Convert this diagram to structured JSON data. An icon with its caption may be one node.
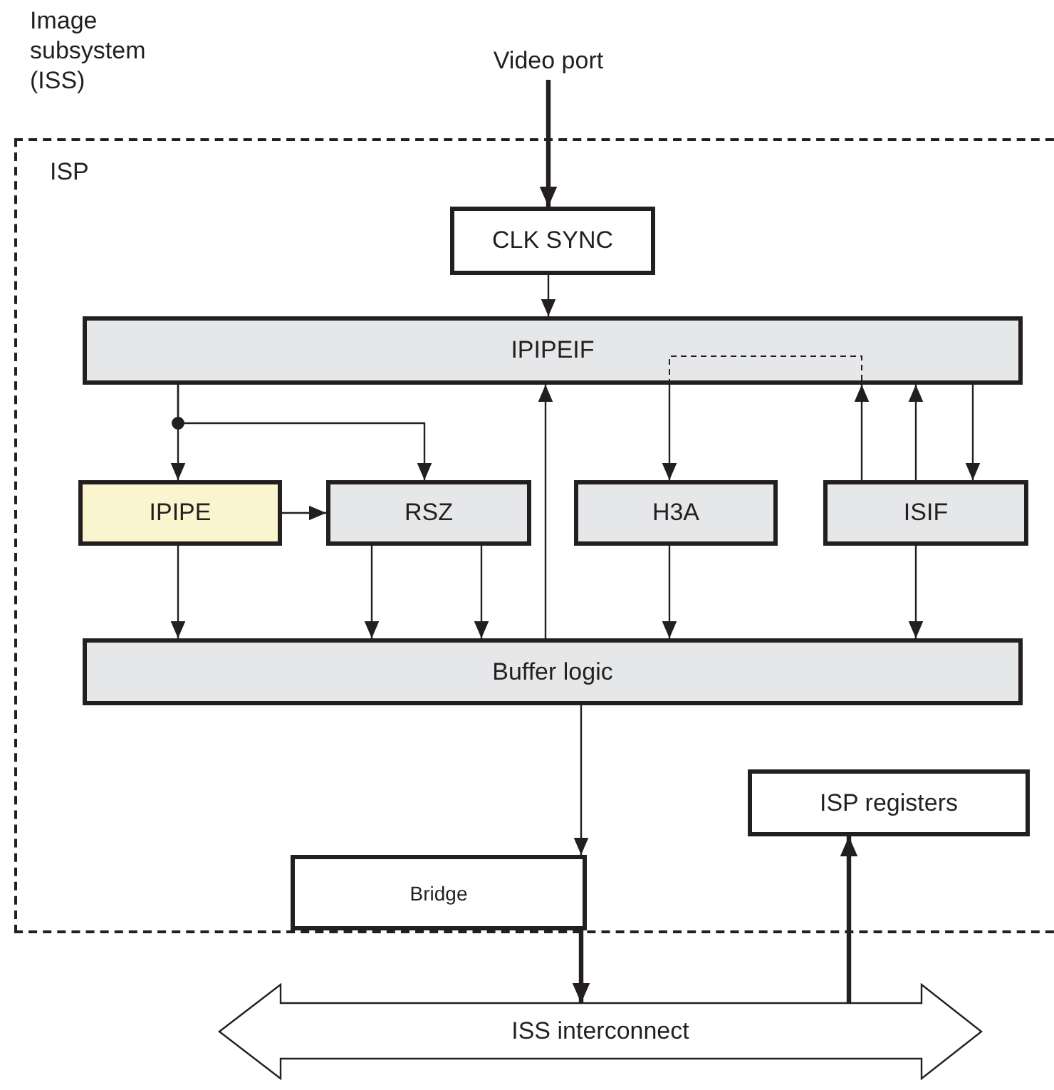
{
  "diagram": {
    "nodes": [
      {
        "text": [
          "ISP"
        ]
      },
      {
        "text": [
          "Video port"
        ]
      },
      {
        "text": [
          "CLK SYNC"
        ],
        "in": 0
      },
      {
        "text": [
          "IPIPEIF"
        ],
        "in": 0
      },
      {
        "text": [
          "IPIPE"
        ],
        "in": 0
      },
      {
        "text": [
          "RSZ"
        ],
        "in": 0
      },
      {
        "text": [
          "H3A"
        ],
        "in": 0
      },
      {
        "text": [
          "ISIF"
        ],
        "in": 0
      },
      {
        "text": [
          "Buffer logic"
        ],
        "in": 0
      },
      {
        "text": [
          "Bridge"
        ],
        "in": 0
      },
      {
        "text": [
          "ISP registers"
        ],
        "in": 0
      },
      {
        "text": [
          "ISS interconnect"
        ]
      }
    ],
    "edges": [
      {
        "from": 1,
        "to": 2,
        "arrow": "to",
        "style": "thick"
      },
      {
        "from": 2,
        "to": 3,
        "arrow": "to"
      },
      {
        "from": 3,
        "to": 4,
        "arrow": "to"
      },
      {
        "from": 3,
        "to": 5,
        "arrow": "to"
      },
      {
        "from": 4,
        "to": 5,
        "arrow": "to"
      },
      {
        "from": 3,
        "to": 6,
        "arrow": "to"
      },
      {
        "from": 7,
        "to": 3,
        "arrow": "to"
      },
      {
        "from": 7,
        "to": 3,
        "arrow": "to"
      },
      {
        "from": 3,
        "to": 7,
        "arrow": "to"
      },
      {
        "from": 4,
        "to": 8,
        "arrow": "to"
      },
      {
        "from": 5,
        "to": 8,
        "arrow": "to"
      },
      {
        "from": 5,
        "to": 8,
        "arrow": "to"
      },
      {
        "from": 8,
        "to": 3,
        "arrow": "to"
      },
      {
        "from": 6,
        "to": 8,
        "arrow": "to"
      },
      {
        "from": 7,
        "to": 8,
        "arrow": "to"
      },
      {
        "from": 8,
        "to": 9,
        "arrow": "to"
      },
      {
        "from": 9,
        "to": 11,
        "arrow": "to",
        "style": "thick"
      },
      {
        "from": 11,
        "to": 10,
        "arrow": "to",
        "style": "thick"
      }
    ],
    "labels": [
      "Image subsystem (ISS)"
    ]
  }
}
